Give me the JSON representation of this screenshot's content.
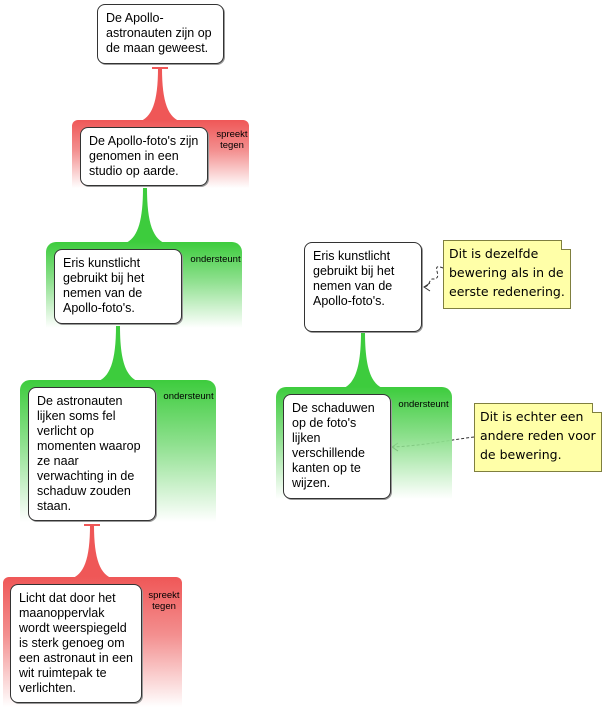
{
  "colors": {
    "oppose": "#ef5757",
    "support": "#3dcc3d",
    "note_bg": "#ffffa8"
  },
  "claims": {
    "main": "De Apollo-astronauten zijn op de maan geweest.",
    "studio": "De Apollo-foto's zijn genomen in een studio op aarde.",
    "artificial_light_left": "Eris kunstlicht gebruikt bij het nemen van de Apollo-foto's.",
    "brightly_lit": "De astronauten lijken soms fel verlicht op momenten waarop ze naar verwachting in de schaduw zouden staan.",
    "moon_reflection": "Licht dat door het maanoppervlak wordt weerspiegeld is sterk genoeg om een astronaut in een wit ruimtepak te verlichten.",
    "artificial_light_right": "Eris kunstlicht gebruikt bij het nemen van de Apollo-foto's.",
    "shadows": "De schaduwen op de foto's lijken verschillende kanten op te wijzen."
  },
  "relations": {
    "opposes": "spreekt tegen",
    "supports": "ondersteunt"
  },
  "notes": {
    "same_claim": "Dit is dezelfde bewering als in de eerste redenering.",
    "other_reason": "Dit is echter een andere reden voor de bewering."
  },
  "icons": {
    "oppose_marker": "minus-bar-icon"
  }
}
